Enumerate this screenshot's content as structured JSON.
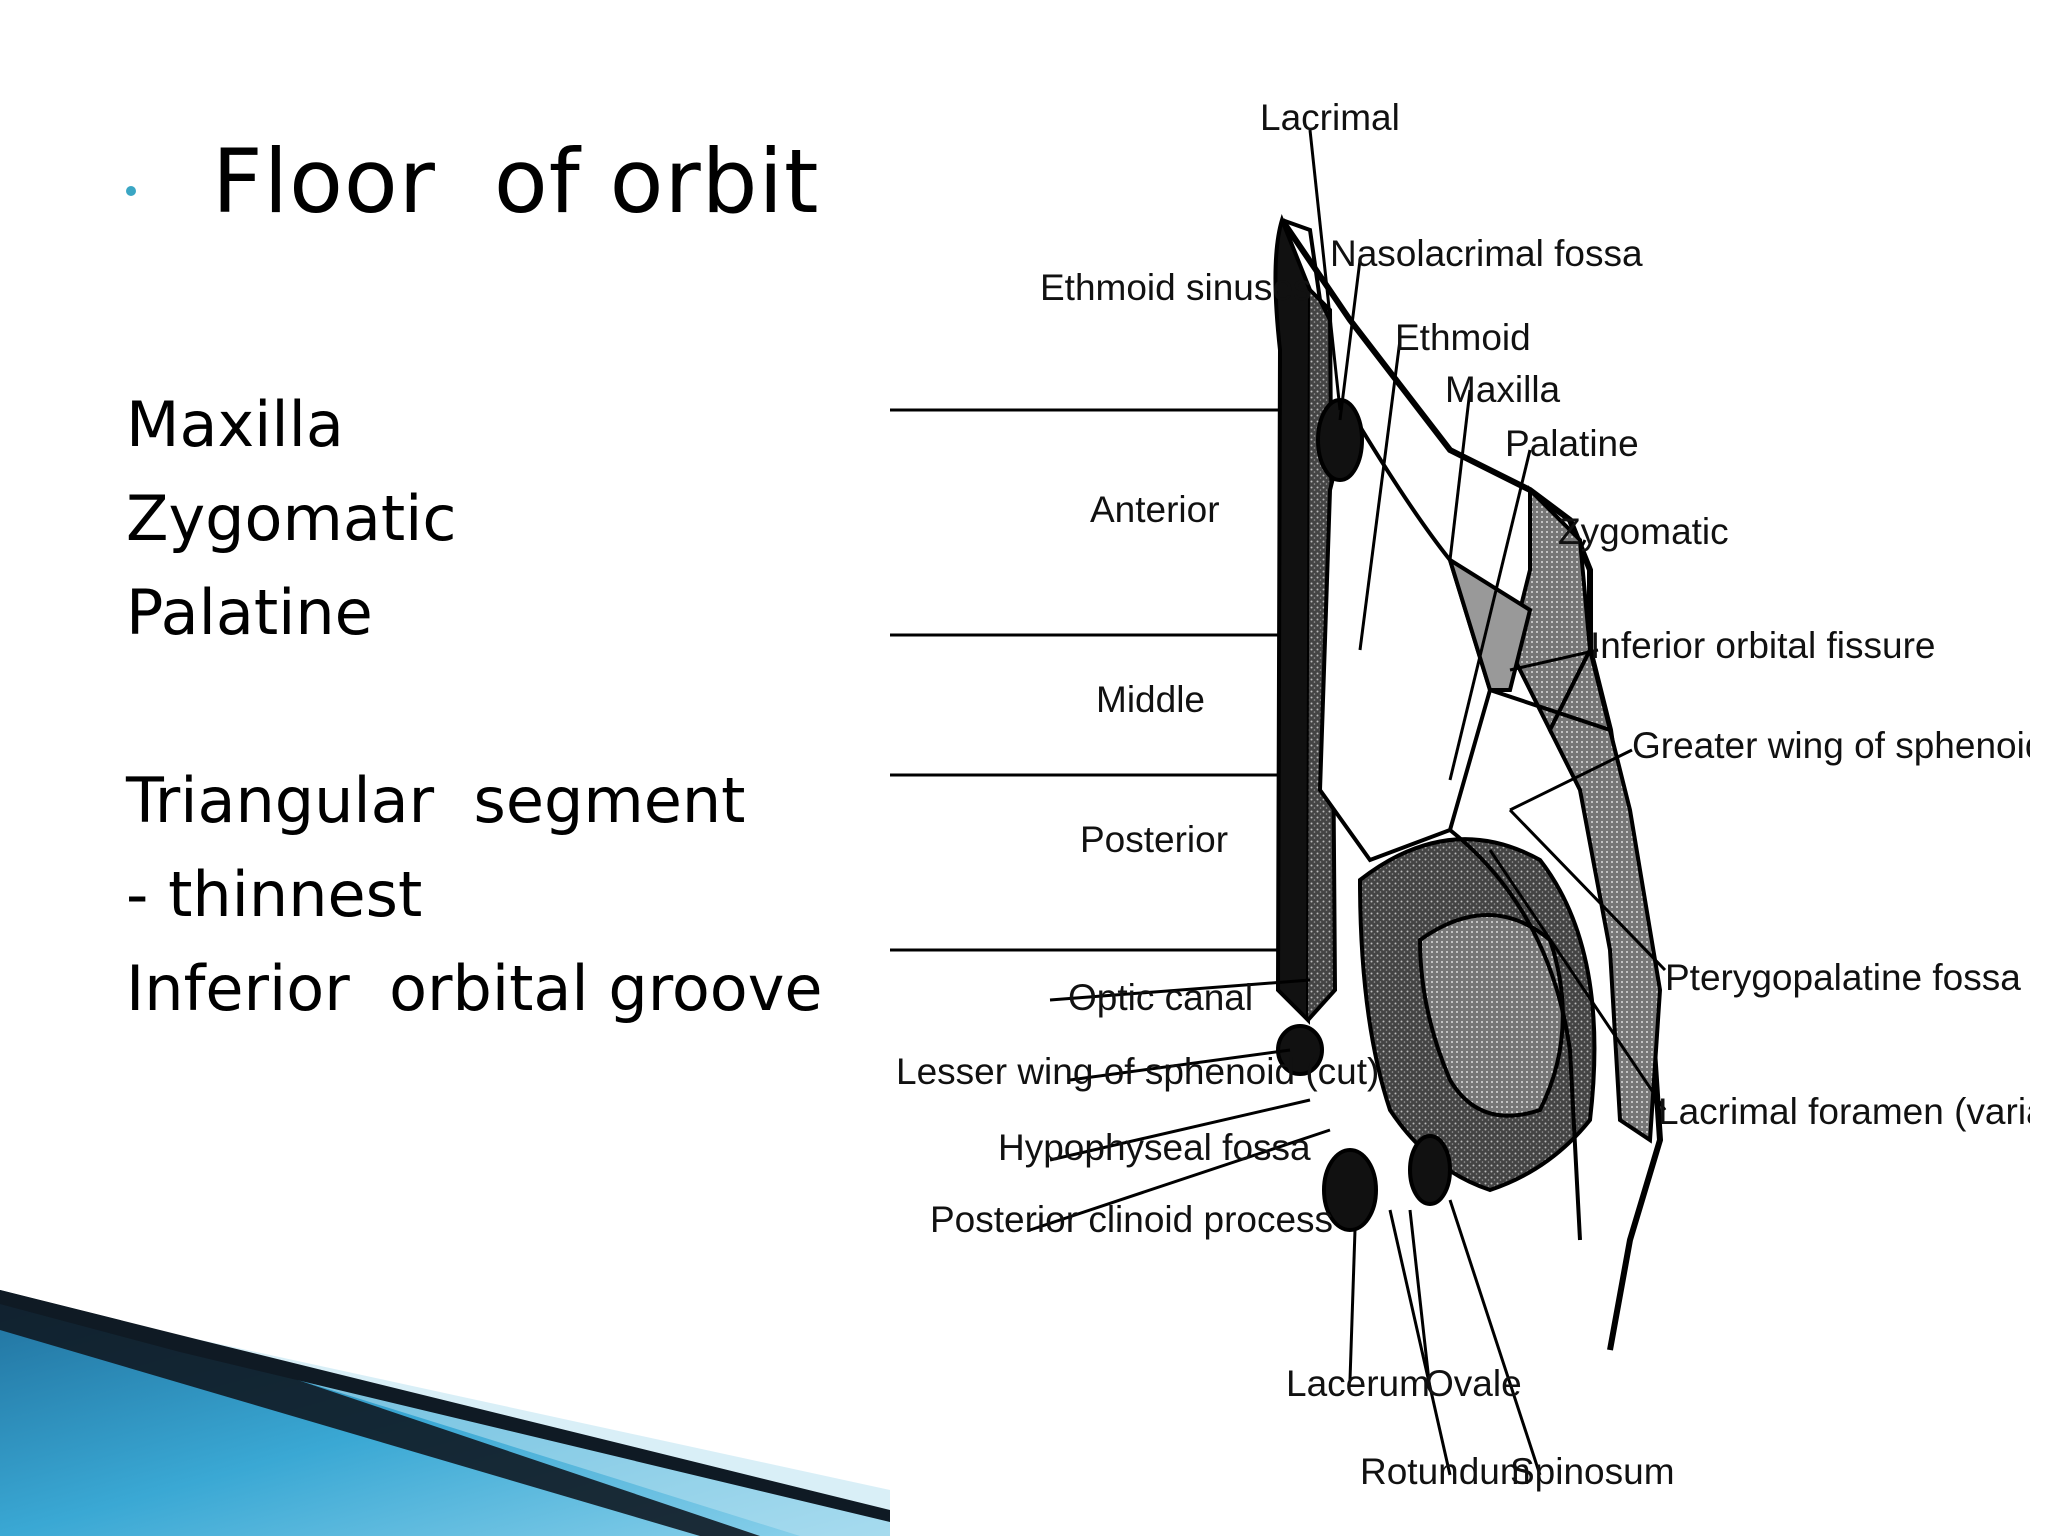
{
  "slide": {
    "title": "Floor  of orbit",
    "lines": [
      "Maxilla",
      "Zygomatic",
      "Palatine",
      "",
      "Triangular  segment",
      "- thinnest",
      "Inferior  orbital groove"
    ]
  },
  "diagram": {
    "labels": {
      "lacrimal": "Lacrimal",
      "nasolacrimal_fossa": "Nasolacrimal fossa",
      "ethmoid_sinuses": "Ethmoid sinuses",
      "ethmoid": "Ethmoid",
      "maxilla": "Maxilla",
      "palatine": "Palatine",
      "zygomatic": "Zygomatic",
      "anterior": "Anterior",
      "inferior_orbital_fissure": "Inferior orbital fissure",
      "middle": "Middle",
      "greater_wing": "Greater wing of sphenoid",
      "posterior": "Posterior",
      "optic_canal": "Optic canal",
      "pterygopalatine_fossa": "Pterygopalatine fossa",
      "lesser_wing": "Lesser wing of sphenoid (cut)",
      "lacrimal_foramen": "Lacrimal foramen (variable)",
      "hypophyseal_fossa": "Hypophyseal fossa",
      "posterior_clinoid": "Posterior clinoid process",
      "lacerum": "Lacerum",
      "ovale": "Ovale",
      "rotundum": "Rotundum",
      "spinosum": "Spinosum"
    }
  },
  "colors": {
    "bullet": "#3aa6c4",
    "swoosh_dark": "#0f1a24",
    "swoosh_blue": "#2f8fc0",
    "swoosh_light": "#7ec9e6"
  }
}
